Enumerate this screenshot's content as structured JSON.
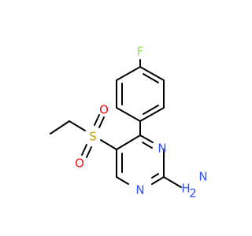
{
  "molecule": {
    "atom_labels": {
      "fluorine": "F",
      "sulfur": "S",
      "oxygen_top": "O",
      "oxygen_bottom": "O",
      "nitrogen_ring_upper": "N",
      "nitrogen_ring_lower": "N",
      "amine_n": "N",
      "amine_h": "H",
      "amine_h_count": "2"
    },
    "colors": {
      "bond": "#000000",
      "fluorine": "#90E050",
      "sulfur": "#C8A000",
      "oxygen": "#FF0D0D",
      "nitrogen": "#3050F8"
    }
  }
}
